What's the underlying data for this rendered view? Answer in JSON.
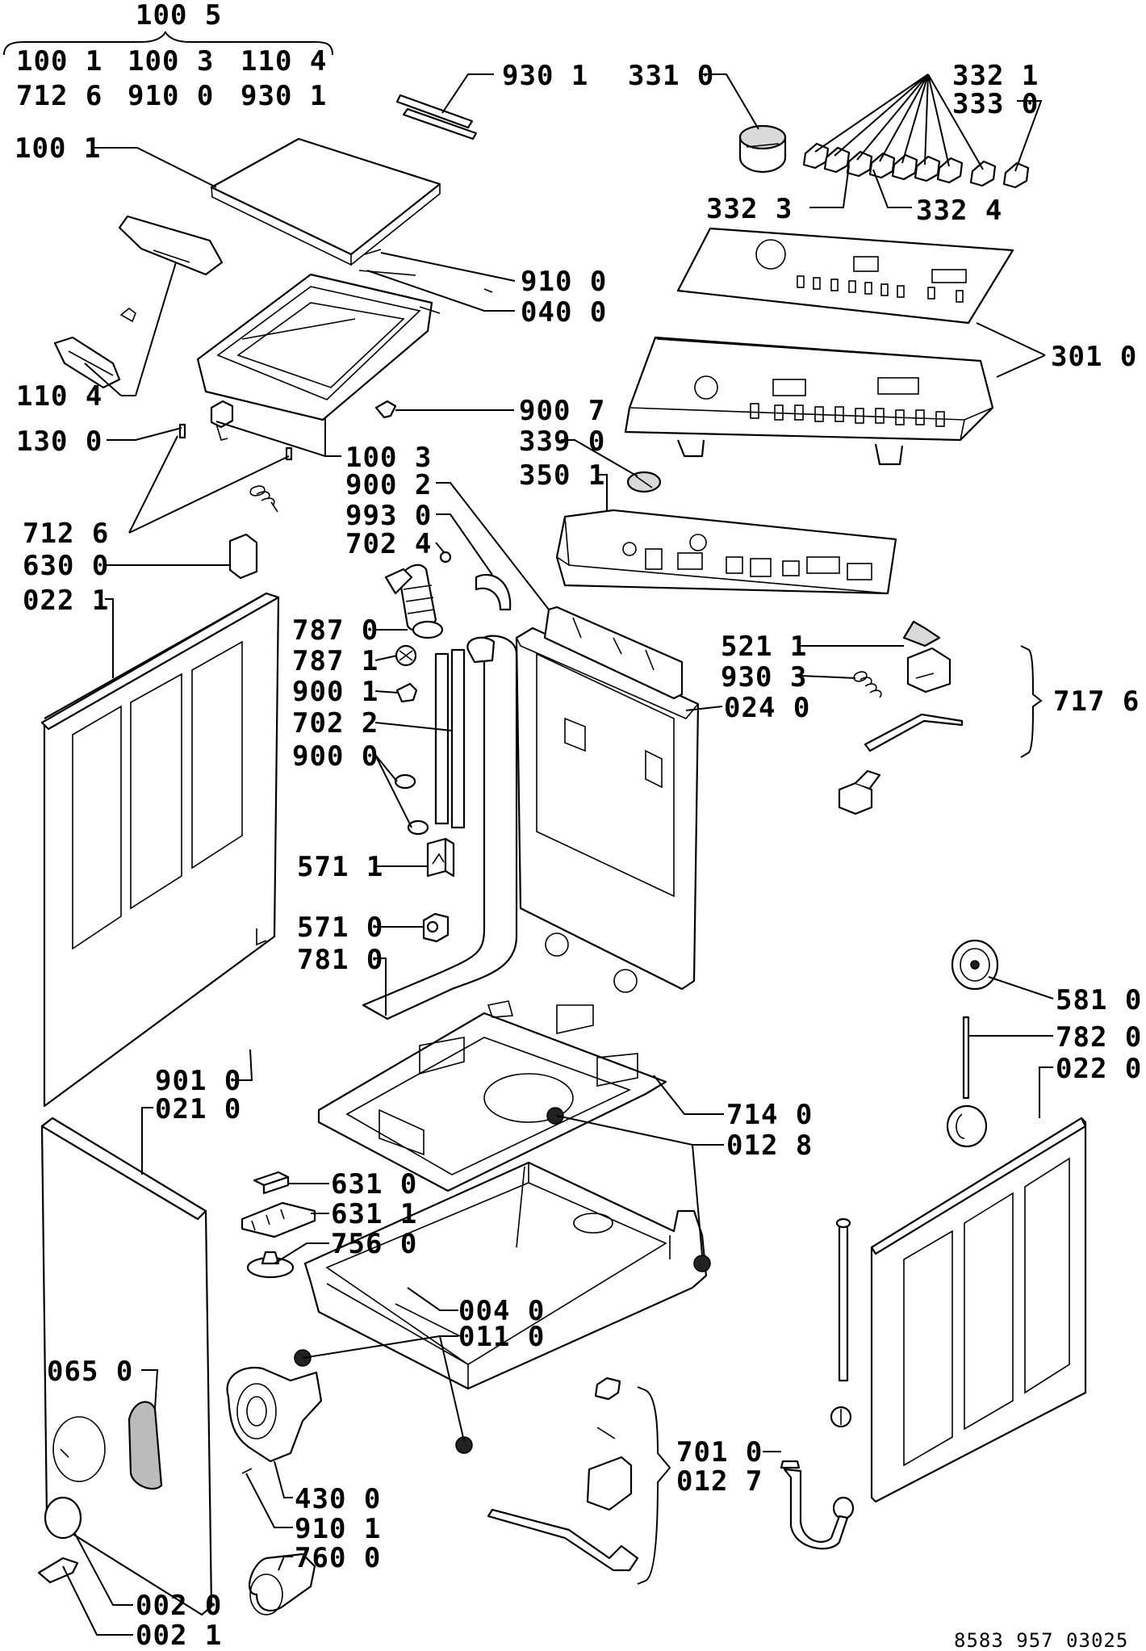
{
  "diagram": {
    "labels": {
      "l1005": "100 5",
      "l1001a": "100 1",
      "l1003a": "100 3",
      "l1104a": "110 4",
      "l7126a": "712 6",
      "l9100a": "910 0",
      "l9301a": "930 1",
      "l1001b": "100 1",
      "l9301b": "930 1",
      "l3310": "331 0",
      "l3321": "332 1",
      "l3330": "333 0",
      "l3323": "332 3",
      "l3324": "332 4",
      "l9100b": "910 0",
      "l0400": "040 0",
      "l3010": "301 0",
      "l1104b": "110 4",
      "l1300": "130 0",
      "l9007": "900 7",
      "l3390": "339 0",
      "l3501": "350 1",
      "l1003b": "100 3",
      "l9002": "900 2",
      "l9930": "993 0",
      "l7024": "702 4",
      "l7126b": "712 6",
      "l6300": "630 0",
      "l0221": "022 1",
      "l7870": "787 0",
      "l7871": "787 1",
      "l9001": "900 1",
      "l7022": "702 2",
      "l9000": "900 0",
      "l5211": "521 1",
      "l9303": "930 3",
      "l0240": "024 0",
      "l7176": "717 6",
      "l5711": "571 1",
      "l5710": "571 0",
      "l7810": "781 0",
      "l5810": "581 0",
      "l7820": "782 0",
      "l0220": "022 0",
      "l9010": "901 0",
      "l0210": "021 0",
      "l7140": "714 0",
      "l0128": "012 8",
      "l6310": "631 0",
      "l6311": "631 1",
      "l7560": "756 0",
      "l0040": "004 0",
      "l0110": "011 0",
      "l0650": "065 0",
      "l7010": "701 0",
      "l0127": "012 7",
      "l4300": "430 0",
      "l9101": "910 1",
      "l7600": "760 0",
      "l0020": "002 0",
      "l0021": "002 1"
    },
    "doc_number": "8583 957 03025"
  }
}
